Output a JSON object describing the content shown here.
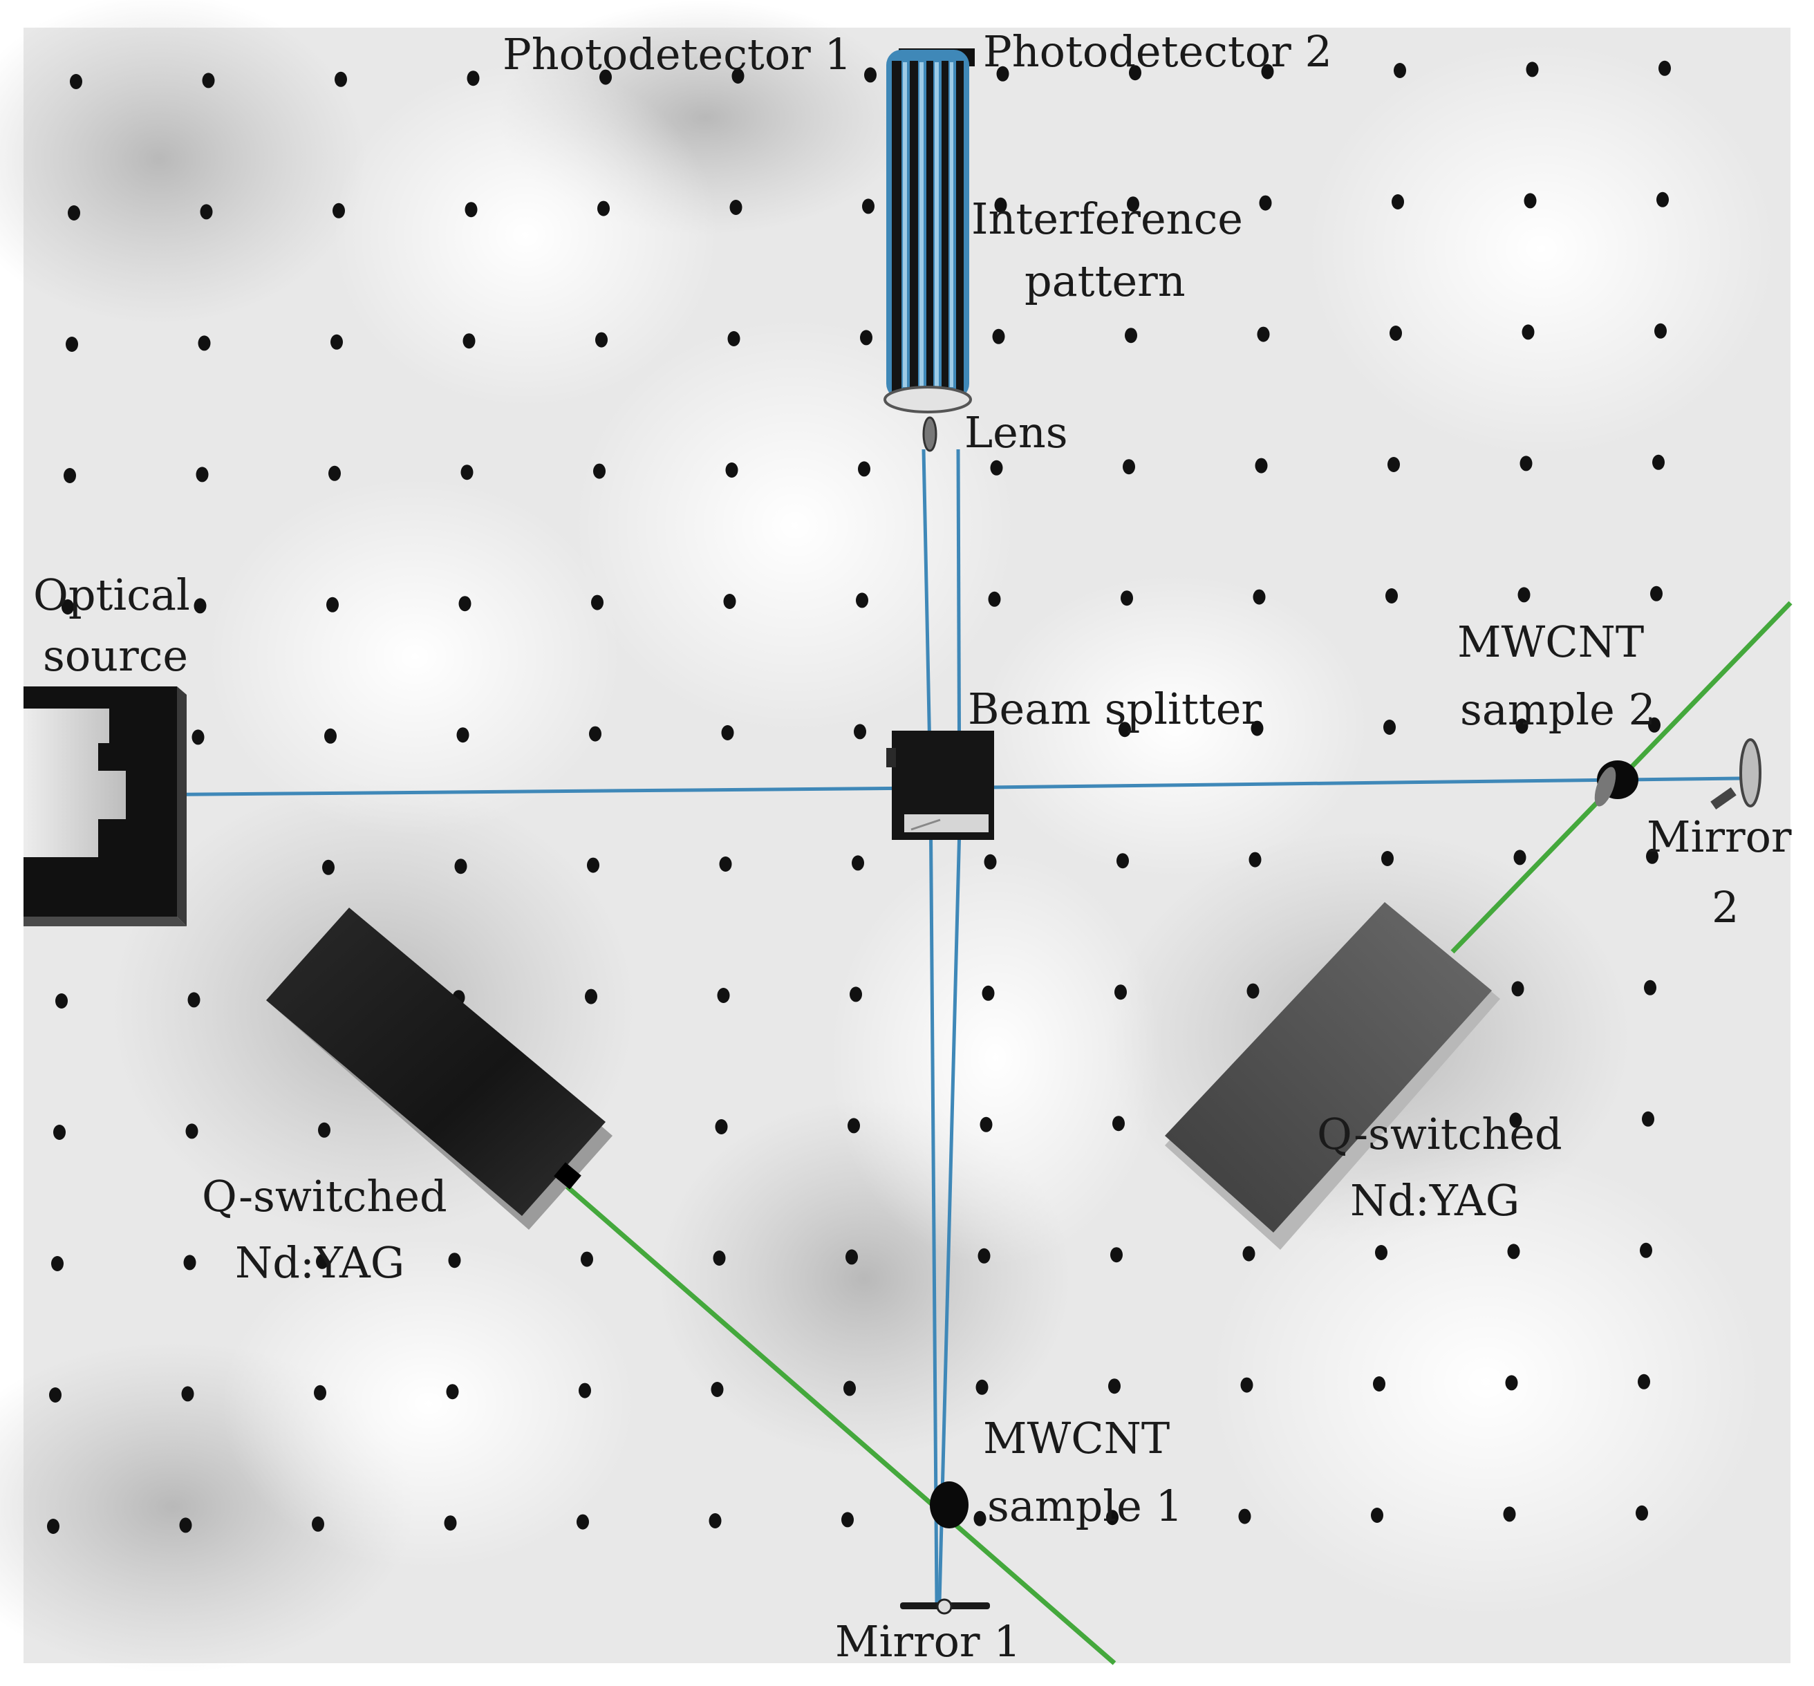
{
  "labels": {
    "photodetector_1": "Photodetector 1",
    "photodetector_2": "Photodetector 2",
    "interference_pattern_line1": "Interference",
    "interference_pattern_line2": "pattern",
    "lens": "Lens",
    "optical_source_line1": "Optical",
    "optical_source_line2": "source",
    "beam_splitter": "Beam splitter",
    "mwcnt_sample_2_line1": "MWCNT",
    "mwcnt_sample_2_line2": "sample 2",
    "mirror_2_line1": "Mirror",
    "mirror_2_line2": "2",
    "q_switched_left_line1": "Q-switched",
    "q_switched_left_line2": "Nd:YAG",
    "q_switched_right_line1": "Q-switched",
    "q_switched_right_line2": "Nd:YAG",
    "mwcnt_sample_1_line1": "MWCNT",
    "mwcnt_sample_1_line2": "sample 1",
    "mirror_1": "Mirror 1"
  },
  "colors": {
    "probe_beam": "#3f88b8",
    "pump_beam": "#44a83c",
    "table_hole": "#111111",
    "table_surface": "#ececec",
    "housing_dark": "#151515",
    "laser_body": "#3a3a3a"
  },
  "icons": {
    "optical_source": "source-housing-icon",
    "beam_splitter": "cube-splitter-icon",
    "laser": "laser-box-icon",
    "mirror": "mirror-mount-icon",
    "sample": "sample-disc-icon",
    "detector": "photodetector-icon",
    "lens": "lens-icon"
  }
}
